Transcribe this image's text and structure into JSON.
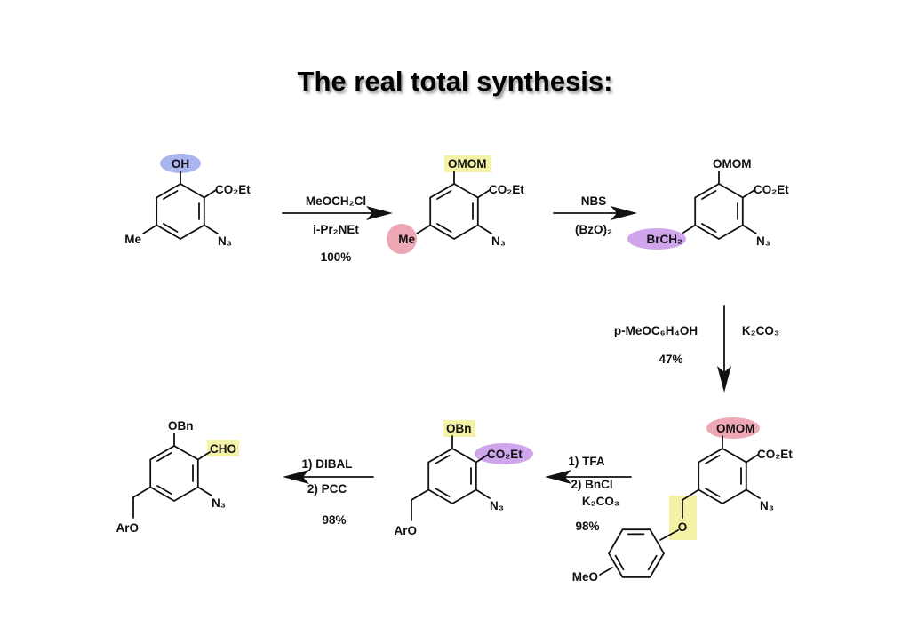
{
  "title": "The real total synthesis:",
  "molecules": [
    {
      "name": "starting-phenol",
      "top": "OH",
      "ester": "CO₂Et",
      "azide": "N₃",
      "side": "Me"
    },
    {
      "name": "mom-ether",
      "top": "OMOM",
      "ester": "CO₂Et",
      "azide": "N₃",
      "side": "Me"
    },
    {
      "name": "benzyl-bromide",
      "top": "OMOM",
      "ester": "CO₂Et",
      "azide": "N₃",
      "side": "BrCH₂"
    },
    {
      "name": "aryl-ether",
      "top": "OMOM",
      "ester": "CO₂Et",
      "azide": "N₃",
      "ether_o": "O",
      "methoxy": "MeO"
    },
    {
      "name": "benzyl-ether-ester",
      "top": "OBn",
      "ester": "CO₂Et",
      "azide": "N₃",
      "side": "ArO"
    },
    {
      "name": "aldehyde",
      "top": "OBn",
      "ester": "CHO",
      "azide": "N₃",
      "side": "ArO"
    }
  ],
  "steps": [
    {
      "reagent1": "MeOCH₂Cl",
      "reagent2": "i-Pr₂NEt",
      "yield": "100%"
    },
    {
      "reagent1": "NBS",
      "reagent2": "(BzO)₂"
    },
    {
      "reagent1": "p-MeOC₆H₄OH",
      "reagent2": "K₂CO₃",
      "yield": "47%"
    },
    {
      "reagent1": "1) TFA",
      "reagent2": "2) BnCl",
      "reagent3": "K₂CO₃",
      "yield": "98%"
    },
    {
      "reagent1": "1) DIBAL",
      "reagent2": "2) PCC",
      "yield": "98%"
    }
  ],
  "colors": {
    "blue": "#aab4ee",
    "yellow": "#f4f2a6",
    "pink": "#eea7b4",
    "purple": "#cfa5ec"
  }
}
